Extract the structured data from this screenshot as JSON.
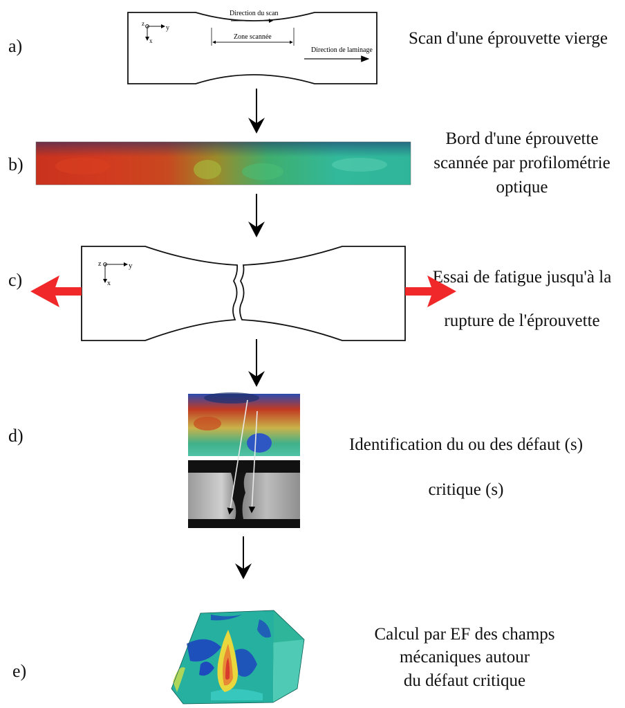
{
  "steps": [
    {
      "label": "a)",
      "caption_lines": [
        "Scan d'une éprouvette vierge"
      ]
    },
    {
      "label": "b)",
      "caption_lines": [
        "Bord d'une éprouvette",
        "scannée par profilométrie",
        "optique"
      ]
    },
    {
      "label": "c)",
      "caption_lines": [
        "Essai de fatigue jusqu'à la",
        "rupture de l'éprouvette"
      ]
    },
    {
      "label": "d)",
      "caption_lines": [
        "Identification du ou des défaut (s)",
        "critique (s)"
      ]
    },
    {
      "label": "e)",
      "caption_lines": [
        "Calcul par EF des champs",
        "mécaniques autour",
        "du défaut critique"
      ]
    }
  ],
  "specimen_a": {
    "scan_direction": "Direction du scan",
    "scanned_zone": "Zone scannée",
    "rolling_direction": "Direction de laminage",
    "axis_z": "z",
    "axis_x": "x",
    "axis_y": "y"
  },
  "specimen_c": {
    "axis_z": "z",
    "axis_x": "x",
    "axis_y": "y"
  },
  "colors": {
    "load_arrow": "#f0282a",
    "scan_hot": "#c9321e",
    "scan_cool": "#2fb59a"
  }
}
